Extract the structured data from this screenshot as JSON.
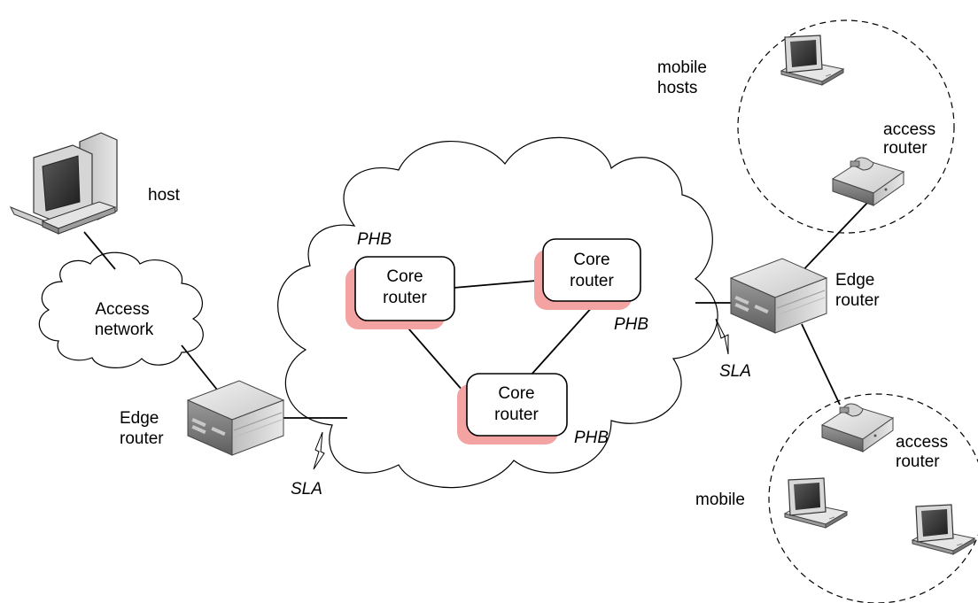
{
  "labels": {
    "host": "host",
    "access_network_line1": "Access",
    "access_network_line2": "network",
    "edge_router_left_line1": "Edge",
    "edge_router_left_line2": "router",
    "edge_router_right_line1": "Edge",
    "edge_router_right_line2": "router",
    "sla_left": "SLA",
    "sla_right": "SLA",
    "mobile_hosts_line1": "mobile",
    "mobile_hosts_line2": "hosts",
    "mobile_bottom": "mobile",
    "access_router_top_line1": "access",
    "access_router_top_line2": "router",
    "access_router_bottom_line1": "access",
    "access_router_bottom_line2": "router",
    "phb_top": "PHB",
    "phb_right": "PHB",
    "phb_bottom": "PHB"
  },
  "core_routers": [
    {
      "line1": "Core",
      "line2": "router"
    },
    {
      "line1": "Core",
      "line2": "router"
    },
    {
      "line1": "Core",
      "line2": "router"
    }
  ],
  "icons": [
    "desktop-computer-icon",
    "router-box-icon",
    "laptop-icon",
    "access-router-icon",
    "cloud-icon"
  ],
  "colors": {
    "phb_shadow": "#f4a3a3",
    "device_gray": "#8a8a8a"
  }
}
